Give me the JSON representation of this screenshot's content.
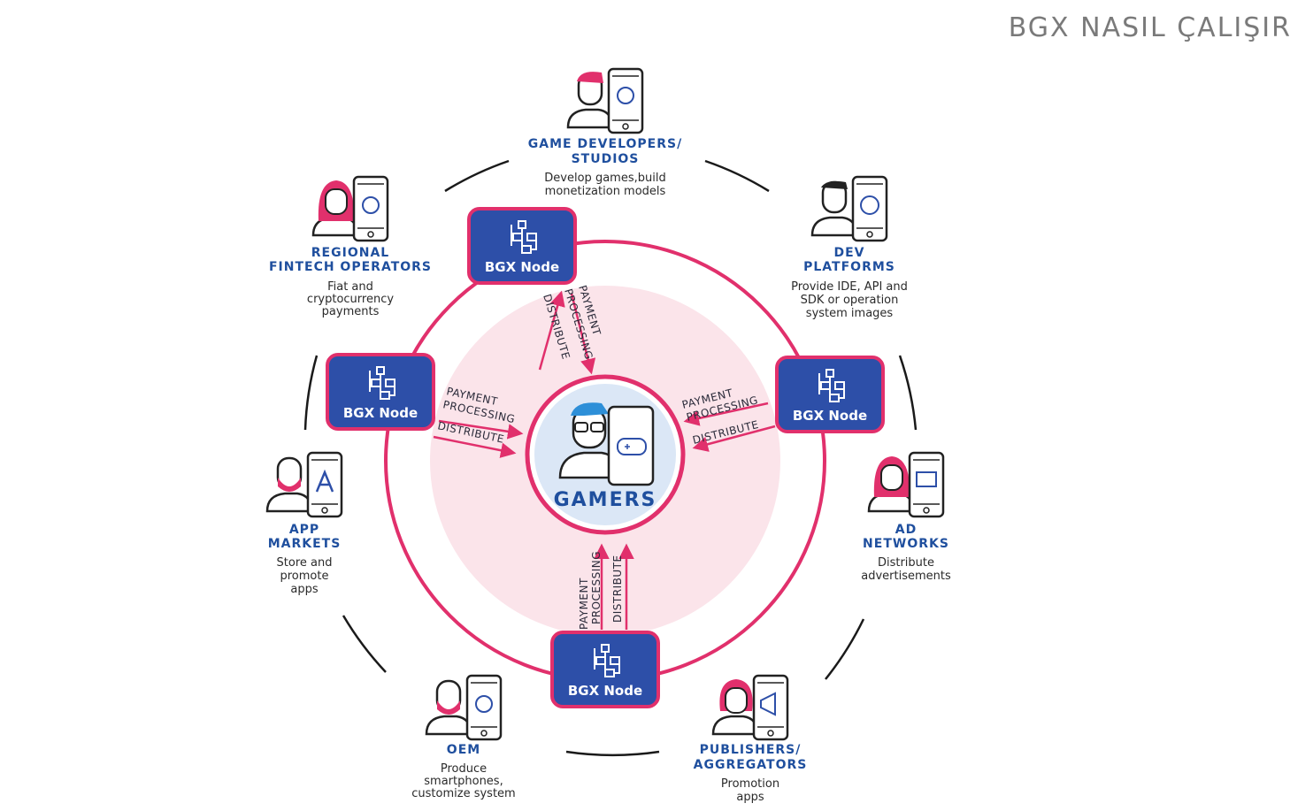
{
  "title": "BGX NASIL ÇALIŞIR",
  "colors": {
    "pink": "#e1306c",
    "blue": "#2d4fa8",
    "title_blue": "#1f4f9e",
    "soft_pink": "#fbe4ea",
    "gray": "#7a7a7a"
  },
  "center": {
    "label": "GAMERS"
  },
  "node_label": "BGX Node",
  "flow": {
    "payment_line1": "PAYMENT",
    "payment_line2": "PROCESSING",
    "distribute": "DISTRIBUTE"
  },
  "roles": {
    "game_developers": {
      "title1": "GAME DEVELOPERS/",
      "title2": "STUDIOS",
      "desc1": "Develop games,build",
      "desc2": "monetization models"
    },
    "dev_platforms": {
      "title1": "DEV",
      "title2": "PLATFORMS",
      "desc1": "Provide IDE, API and",
      "desc2": "SDK or operation",
      "desc3": "system images"
    },
    "ad_networks": {
      "title1": "AD",
      "title2": "NETWORKS",
      "desc1": "Distribute",
      "desc2": "advertisements"
    },
    "publishers": {
      "title1": "PUBLISHERS/",
      "title2": "AGGREGATORS",
      "desc1": "Promotion",
      "desc2": "apps"
    },
    "oem": {
      "title1": "OEM",
      "desc1": "Produce",
      "desc2": "smartphones,",
      "desc3": "customize system"
    },
    "app_markets": {
      "title1": "APP",
      "title2": "MARKETS",
      "desc1": "Store and",
      "desc2": "promote",
      "desc3": "apps"
    },
    "fintech": {
      "title1": "REGIONAL",
      "title2": "FINTECH OPERATORS",
      "desc1": "Fiat and",
      "desc2": "cryptocurrency",
      "desc3": "payments"
    }
  }
}
